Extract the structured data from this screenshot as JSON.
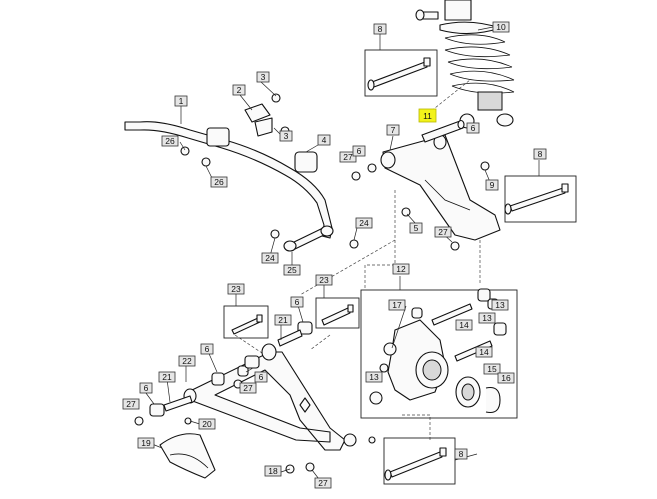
{
  "highlight_color": "#f2f21a",
  "callouts": {
    "c1": "1",
    "c2": "2",
    "c3a": "3",
    "c3b": "3",
    "c4": "4",
    "c6a": "6",
    "c6b": "6",
    "c6c": "6",
    "c6d": "6",
    "c6e": "6",
    "c6f": "6",
    "c7": "7",
    "c8a": "8",
    "c8b": "8",
    "c8c": "8",
    "c9": "9",
    "c10": "10",
    "c11": "11",
    "c12": "12",
    "c13a": "13",
    "c13b": "13",
    "c13c": "13",
    "c14a": "14",
    "c14b": "14",
    "c15": "15",
    "c16": "16",
    "c17": "17",
    "c18": "18",
    "c19": "19",
    "c20": "20",
    "c21a": "21",
    "c21b": "21",
    "c22": "22",
    "c23a": "23",
    "c23b": "23",
    "c24a": "24",
    "c24b": "24",
    "c25": "25",
    "c26a": "26",
    "c26b": "26",
    "c27a": "27",
    "c27b": "27",
    "c27c": "27",
    "c27d": "27",
    "c27e": "27",
    "c5": "5"
  }
}
